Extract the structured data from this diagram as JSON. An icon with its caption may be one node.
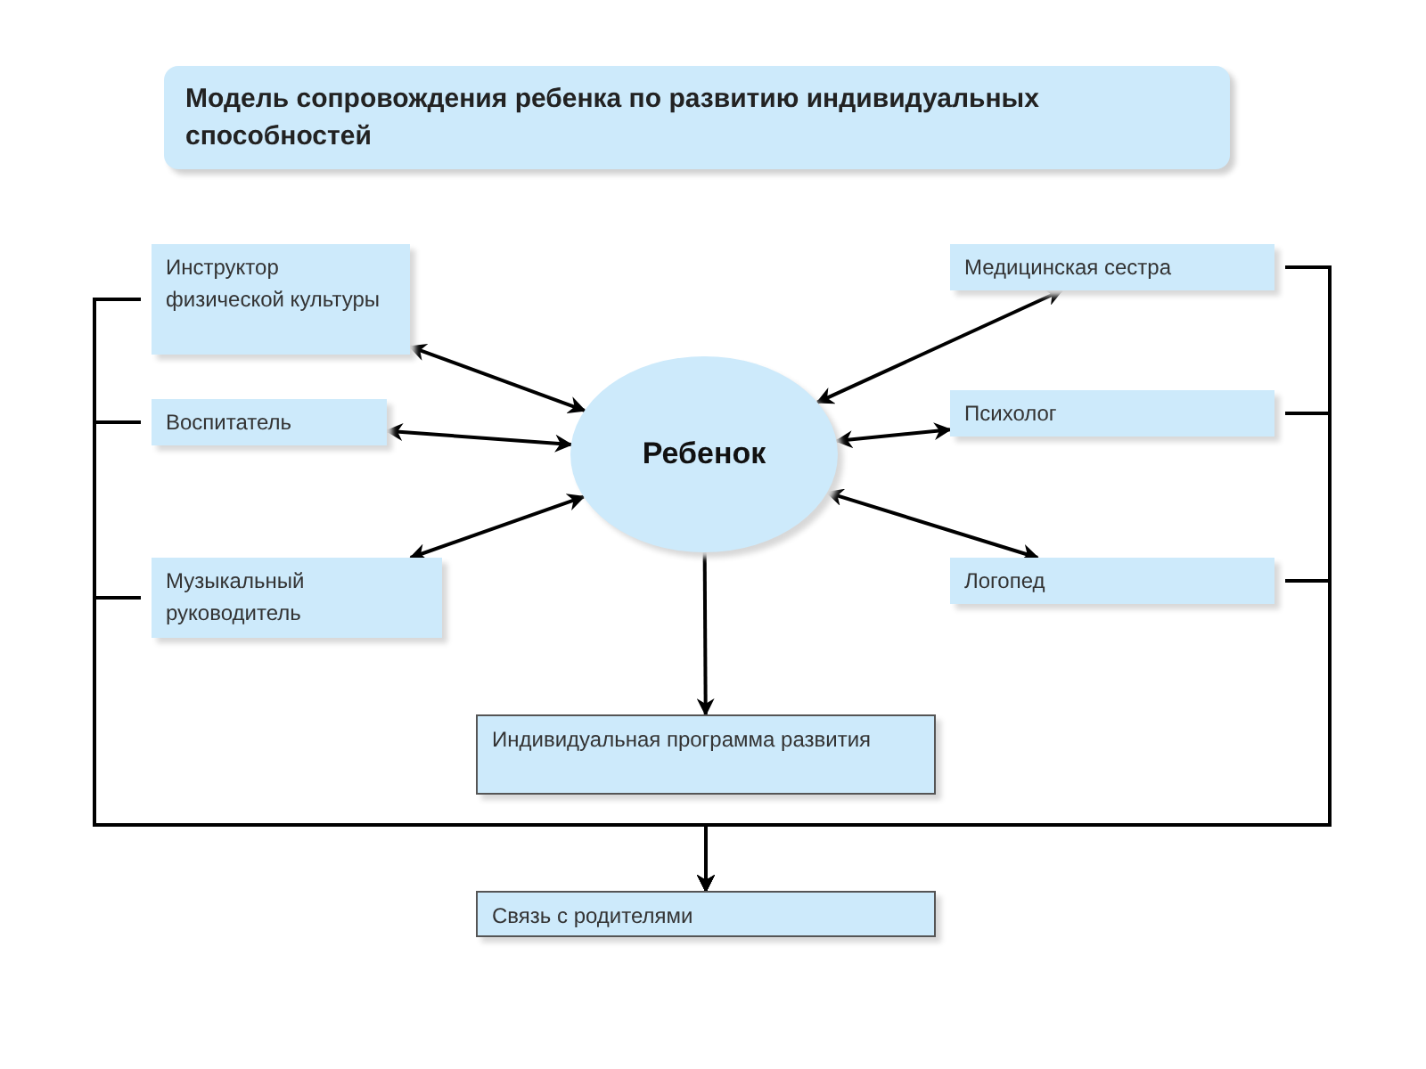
{
  "diagram": {
    "title": "Модель сопровождения ребенка по развитию индивидуальных способностей",
    "nodes": [
      {
        "text": [
          "Инструктор физической культуры"
        ]
      },
      {
        "text": [
          "Медицинская сестра"
        ]
      },
      {
        "text": [
          "Воспитатель"
        ]
      },
      {
        "text": [
          "Ребенок"
        ]
      },
      {
        "text": [
          "Психолог"
        ]
      },
      {
        "text": [
          "Музыкальный руководитель"
        ]
      },
      {
        "text": [
          "Логопед"
        ]
      },
      {
        "text": [
          "Индивидуальная программа развития"
        ]
      },
      {
        "text": [
          "Связь с родителями"
        ]
      }
    ],
    "edges": [
      {
        "from": 3,
        "to": 0,
        "arrow": "both"
      },
      {
        "from": 3,
        "to": 1,
        "arrow": "both"
      },
      {
        "from": 3,
        "to": 2,
        "arrow": "both"
      },
      {
        "from": 3,
        "to": 4,
        "arrow": "both"
      },
      {
        "from": 3,
        "to": 5,
        "arrow": "both"
      },
      {
        "from": 3,
        "to": 6,
        "arrow": "both"
      },
      {
        "from": 3,
        "to": 7,
        "arrow": "to"
      },
      {
        "from": 0,
        "to": 8,
        "arrow": "to"
      },
      {
        "from": 2,
        "to": 8,
        "arrow": "to"
      },
      {
        "from": 5,
        "to": 8,
        "arrow": "to"
      },
      {
        "from": 1,
        "to": 8,
        "arrow": "to"
      },
      {
        "from": 4,
        "to": 8,
        "arrow": "to"
      },
      {
        "from": 6,
        "to": 8,
        "arrow": "to"
      }
    ]
  }
}
